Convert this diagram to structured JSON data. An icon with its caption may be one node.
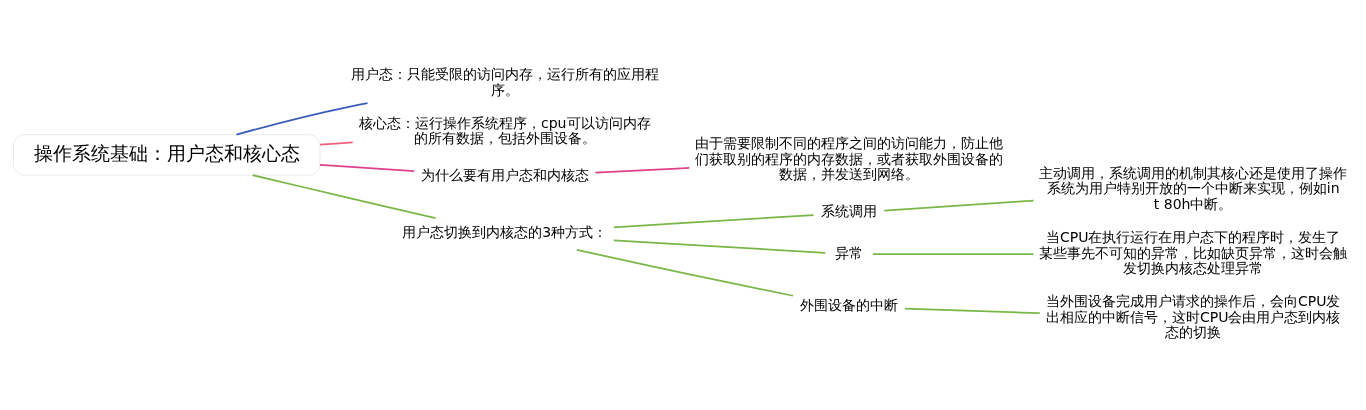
{
  "diagram": {
    "nodes": [
      {
        "text": [
          "操作系统基础：用户态和核心态"
        ]
      },
      {
        "text": [
          "用户态：只能受限的访问内存，运行所有的应用程序。"
        ]
      },
      {
        "text": [
          "核心态：运行操作系统程序，cpu可以访问内存的所有数据，包括外围设备。"
        ]
      },
      {
        "text": [
          "为什么要有用户态和内核态"
        ]
      },
      {
        "text": [
          "由于需要限制不同的程序之间的访问能力，防止他们获取别的程序的内存数据，或者获取外围设备的数据，并发送到网络。"
        ]
      },
      {
        "text": [
          "用户态切换到内核态的3种方式："
        ]
      },
      {
        "text": [
          "系统调用"
        ]
      },
      {
        "text": [
          "主动调用，系统调用的机制其核心还是使用了操作系统为用户特别开放的一个中断来实现，例如int 80h中断。"
        ]
      },
      {
        "text": [
          "异常"
        ]
      },
      {
        "text": [
          "当CPU在执行运行在用户态下的程序时，发生了某些事先不可知的异常，比如缺页异常，这时会触发切换内核态处理异常"
        ]
      },
      {
        "text": [
          "外围设备的中断"
        ]
      },
      {
        "text": [
          "当外围设备完成用户请求的操作后，会向CPU发出相应的中断信号，这时CPU会由用户态到内核态的切换"
        ]
      }
    ],
    "edges": [
      {
        "from": 0,
        "to": 1,
        "arrow": "none",
        "color": "#3b5bbf"
      },
      {
        "from": 0,
        "to": 2,
        "arrow": "none",
        "color": "#f0607a"
      },
      {
        "from": 0,
        "to": 3,
        "arrow": "none",
        "color": "#e0408a"
      },
      {
        "from": 3,
        "to": 4,
        "arrow": "none",
        "color": "#e0408a"
      },
      {
        "from": 0,
        "to": 5,
        "arrow": "none"
      },
      {
        "from": 5,
        "to": 6,
        "arrow": "none"
      },
      {
        "from": 6,
        "to": 7,
        "arrow": "none"
      },
      {
        "from": 5,
        "to": 8,
        "arrow": "none"
      },
      {
        "from": 8,
        "to": 9,
        "arrow": "none"
      },
      {
        "from": 5,
        "to": 10,
        "arrow": "none"
      },
      {
        "from": 10,
        "to": 11,
        "arrow": "none"
      }
    ]
  }
}
